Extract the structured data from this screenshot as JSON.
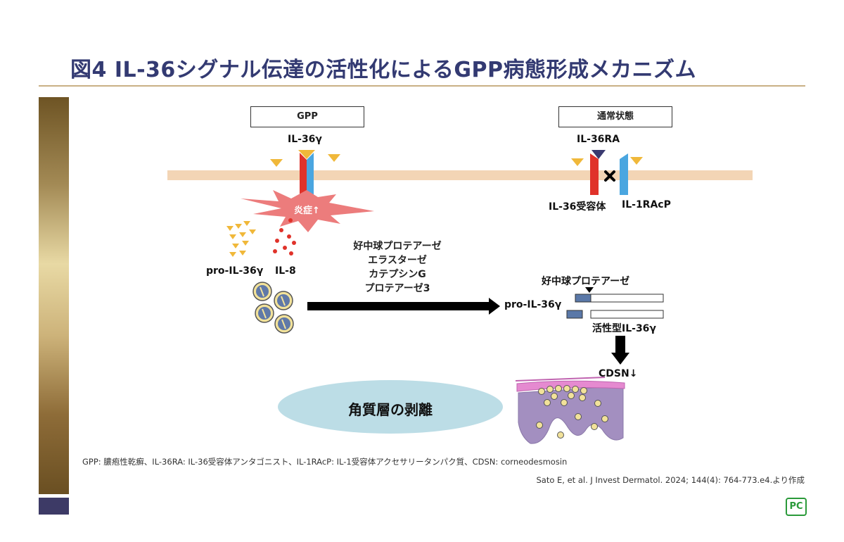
{
  "title": "図4 IL-36シグナル伝達の活性化によるGPP病態形成メカニズム",
  "left_panel": {
    "box_label": "GPP",
    "ligand_label": "IL-36γ",
    "inflammation_label": "炎症↑",
    "pro_label": "pro-IL-36γ",
    "il8_label": "IL-8"
  },
  "right_panel": {
    "box_label": "通常状態",
    "ligand_label": "IL-36RA",
    "receptor_label": "IL-36受容体",
    "coreceptor_label": "IL-1RAcP"
  },
  "proteases": [
    "好中球プロテアーゼ",
    "エラスターゼ",
    "カテプシンG",
    "プロテアーゼ3"
  ],
  "processing": {
    "enzyme_label": "好中球プロテアーゼ",
    "input_label": "pro-IL-36γ",
    "output_label": "活性型IL-36γ",
    "cdsn_label": "CDSN↓"
  },
  "outcome_label": "角質層の剥離",
  "footnote": "GPP: 膿疱性乾癬、IL-36RA: IL-36受容体アンタゴニスト、IL-1RAcP: IL-1受容体アクセサリータンパク質、CDSN: corneodesmosin",
  "reference": "Sato E, et al. J Invest Dermatol. 2024; 144(4): 764-773.e4.より作成",
  "logo_text": "PC",
  "colors": {
    "title": "#333a72",
    "membrane": "#f3d5b5",
    "receptor_red": "#e0322a",
    "receptor_blue": "#4aa6e0",
    "ligand_yellow": "#f0b83a",
    "antagonist_navy": "#3a3a70",
    "burst": "#ec7c7c",
    "ellipse": "#bcdde6",
    "tissue": "#a38fc0",
    "stratum_corneum": "#e58ad0"
  }
}
